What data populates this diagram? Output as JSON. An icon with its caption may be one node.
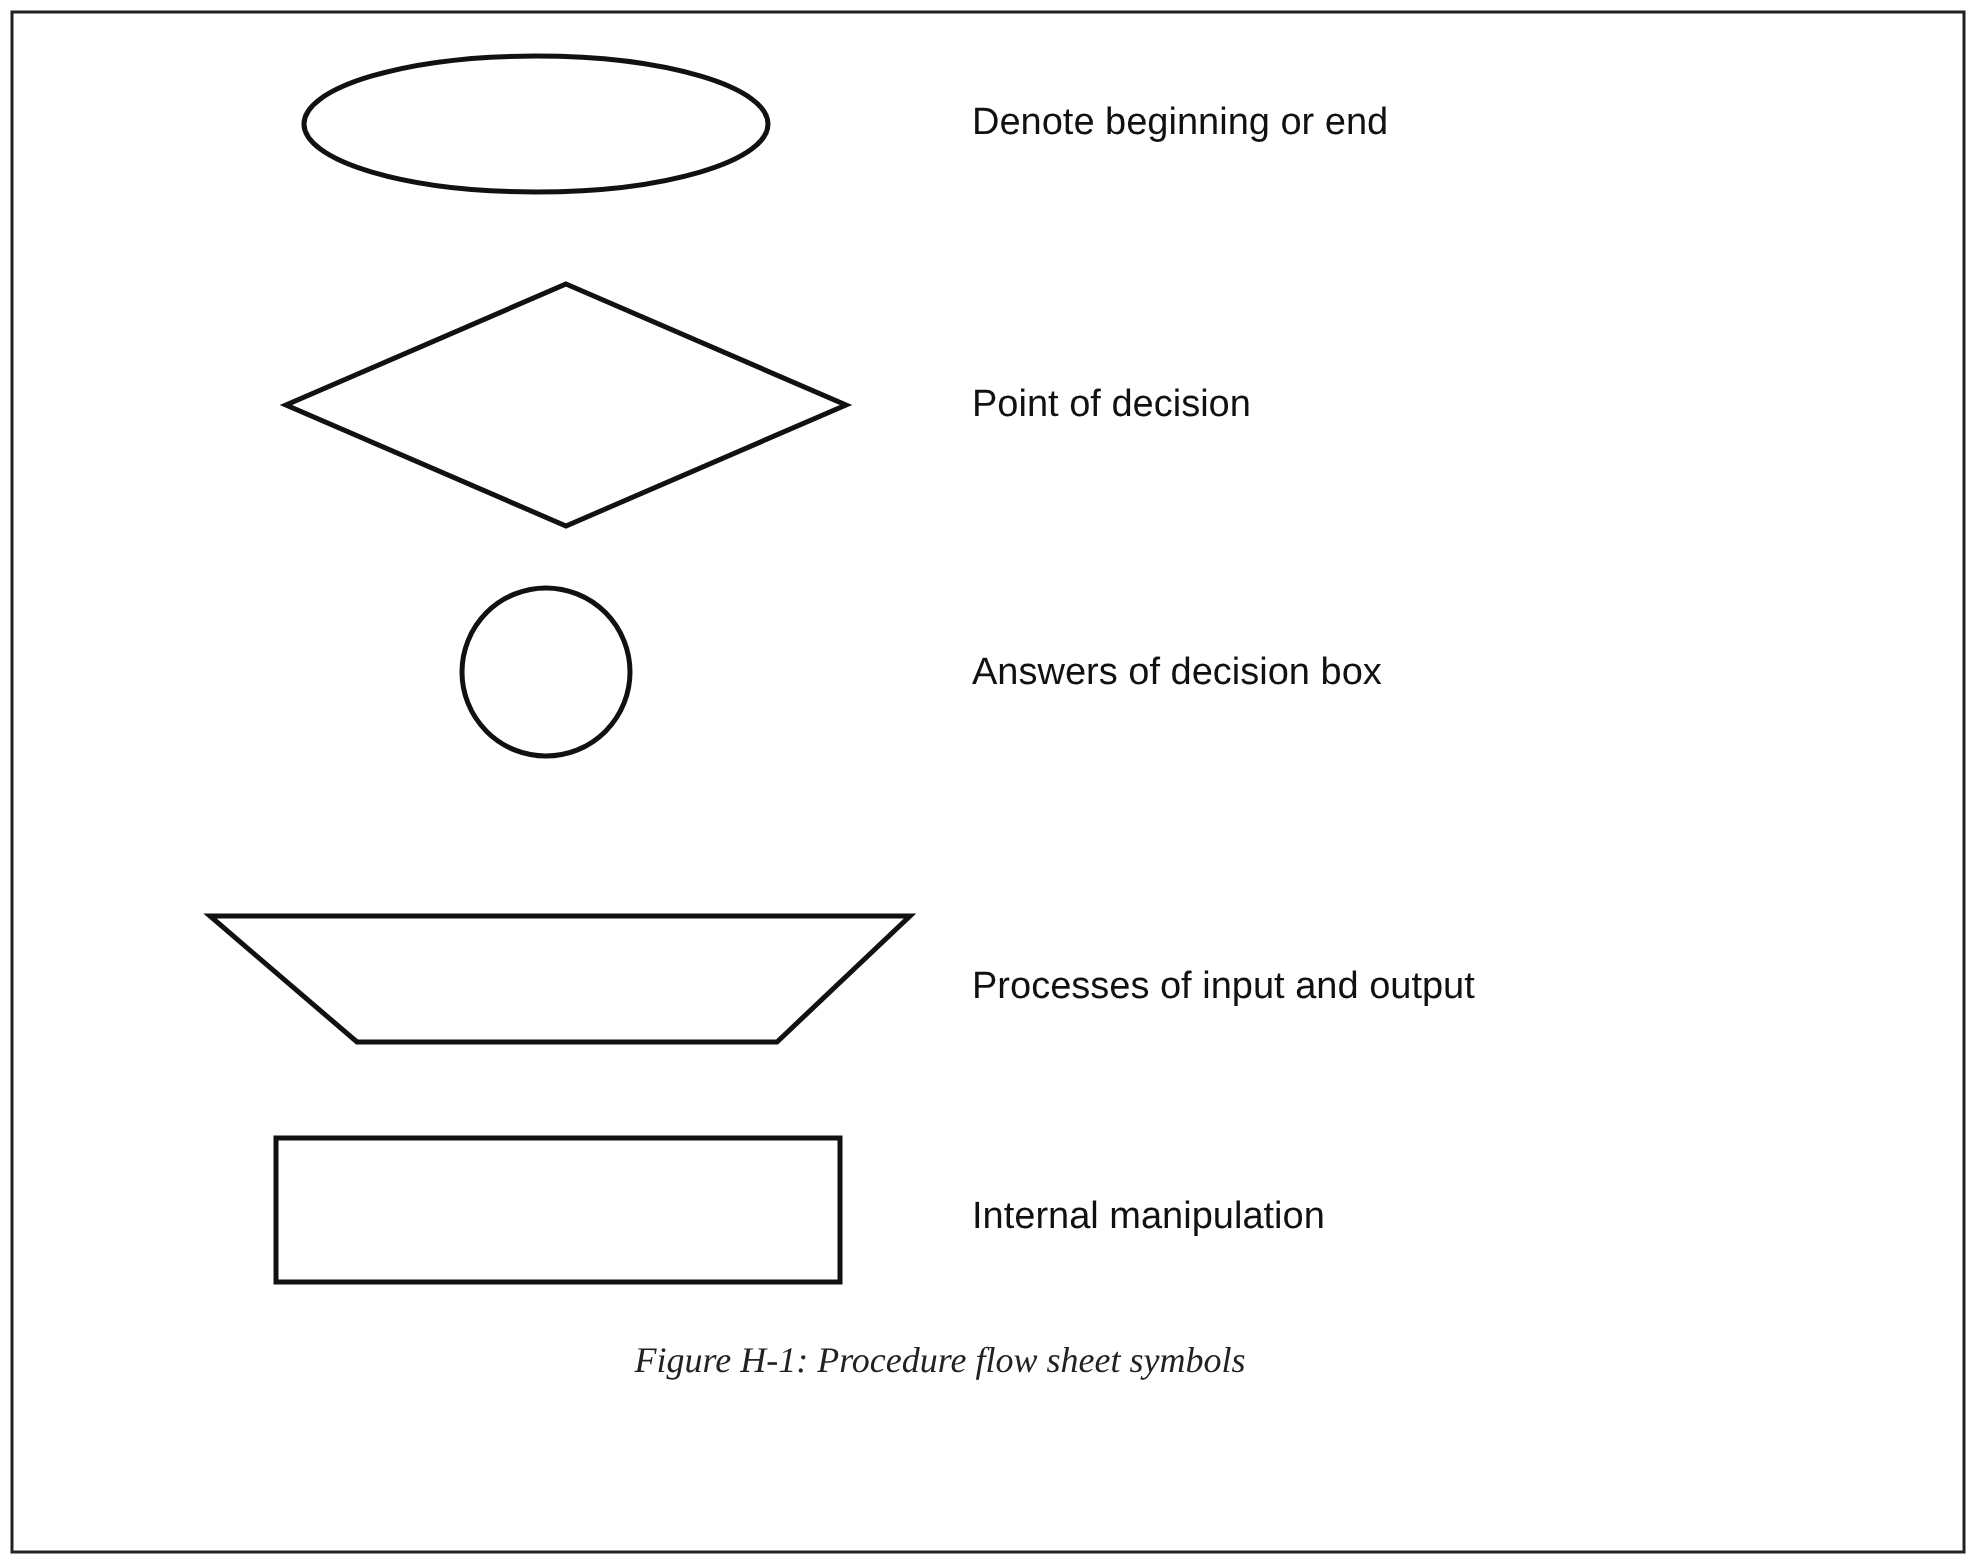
{
  "diagram": {
    "caption": "Figure H-1: Procedure flow sheet symbols",
    "nodes": [
      {
        "text": [],
        "shape": "ellipse"
      },
      {
        "text": [],
        "shape": "diamond"
      },
      {
        "text": [],
        "shape": "circle"
      },
      {
        "text": [],
        "shape": "trapezoid"
      },
      {
        "text": [],
        "shape": "box"
      }
    ],
    "labels": [
      "Denote beginning or end",
      "Point of decision",
      "Answers of decision box",
      "Processes of input and output",
      "Internal manipulation"
    ]
  }
}
